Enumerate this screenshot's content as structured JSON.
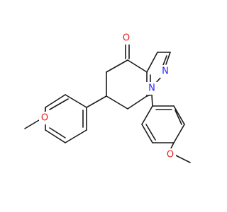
{
  "colors": {
    "background": "#ffffff",
    "bond": "#1a1a1a",
    "oxygen": "#e8201a",
    "nitrogen": "#2929ff"
  },
  "atoms": {
    "o_ketone": {
      "element": "O",
      "label": "O"
    },
    "n_pyrazole_2": {
      "element": "N",
      "label": "N"
    },
    "n_pyrazole_1": {
      "element": "N",
      "label": "N"
    },
    "o_methoxy_left": {
      "element": "O",
      "label": "O"
    },
    "o_methoxy_right": {
      "element": "O",
      "label": "O"
    }
  }
}
